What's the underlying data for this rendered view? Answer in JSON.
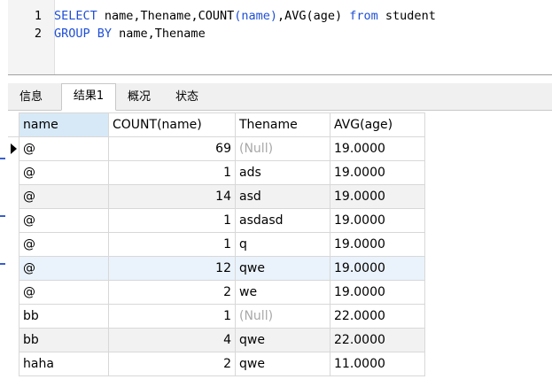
{
  "editor": {
    "lines": [
      {
        "num": "1",
        "kw1": "SELECT",
        "rest1": " name,Thename,COUNT",
        "p1": "(name)",
        "rest2": ",AVG(age) ",
        "kw2": "from",
        "rest3": " student"
      },
      {
        "num": "2",
        "kw1": "GROUP BY",
        "rest1": " name,Thename"
      }
    ]
  },
  "tabs": [
    "信息",
    "结果1",
    "概况",
    "状态"
  ],
  "grid": {
    "columns": [
      "name",
      "COUNT(name)",
      "Thename",
      "AVG(age)"
    ],
    "rows": [
      {
        "name": "@",
        "count": "69",
        "thename": "(Null)",
        "avg": "19.0000"
      },
      {
        "name": "@",
        "count": "1",
        "thename": "ads",
        "avg": "19.0000"
      },
      {
        "name": "@",
        "count": "14",
        "thename": "asd",
        "avg": "19.0000"
      },
      {
        "name": "@",
        "count": "1",
        "thename": "asdasd",
        "avg": "19.0000"
      },
      {
        "name": "@",
        "count": "1",
        "thename": "q",
        "avg": "19.0000"
      },
      {
        "name": "@",
        "count": "12",
        "thename": "qwe",
        "avg": "19.0000"
      },
      {
        "name": "@",
        "count": "2",
        "thename": "we",
        "avg": "19.0000"
      },
      {
        "name": "bb",
        "count": "1",
        "thename": "(Null)",
        "avg": "22.0000"
      },
      {
        "name": "bb",
        "count": "4",
        "thename": "qwe",
        "avg": "22.0000"
      },
      {
        "name": "haha",
        "count": "2",
        "thename": "qwe",
        "avg": "11.0000"
      }
    ]
  },
  "colors": {
    "keyword": "#1f4fd6",
    "header_selected": "#d7e9f7",
    "null_text": "#a8a8a8"
  }
}
